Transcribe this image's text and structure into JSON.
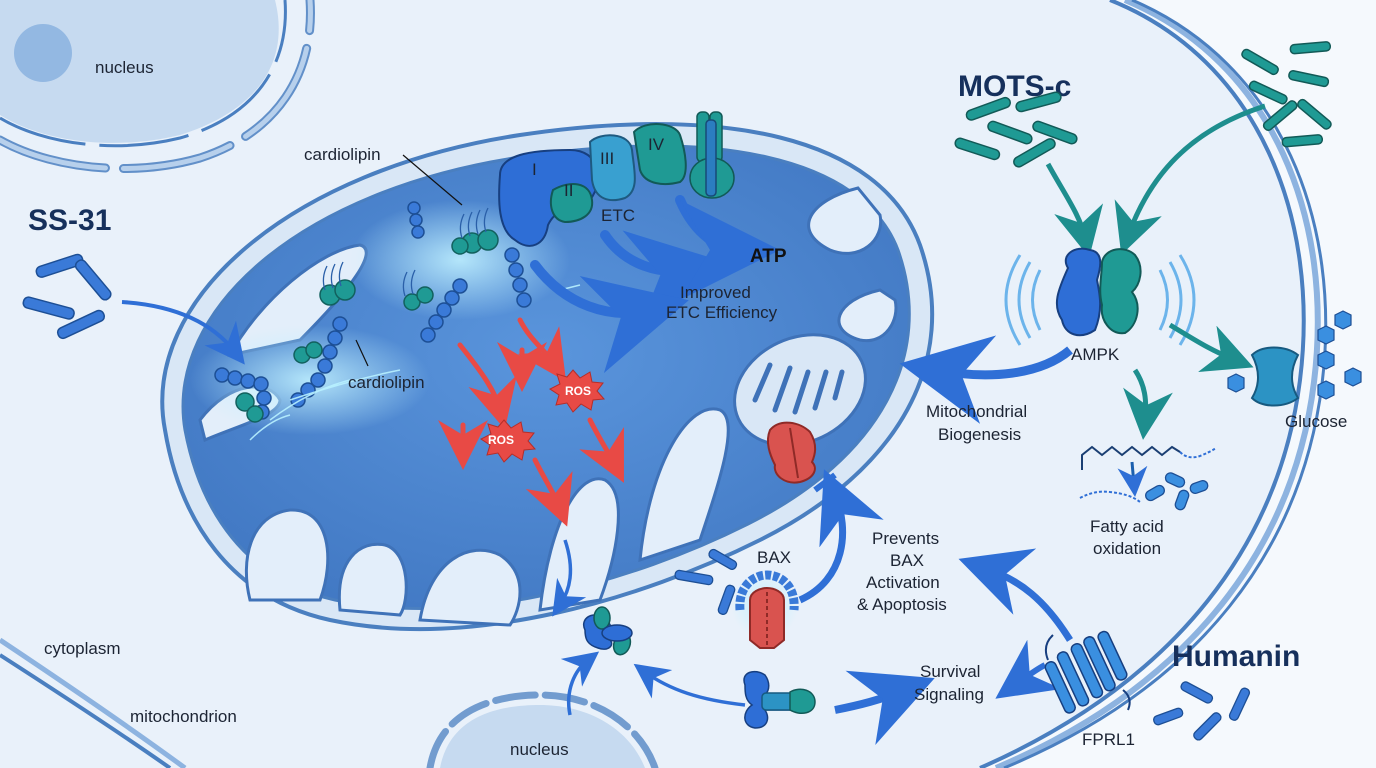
{
  "title_labels": {
    "ss31": "SS-31",
    "mots_c": "MOTS-c",
    "humanin": "Humanin"
  },
  "labels": {
    "nucleus_top": "nucleus",
    "nucleus_bottom": "nucleus",
    "cardiolipin_top": "cardiolipin",
    "cardiolipin_mid": "cardiolipin",
    "etc": "ETC",
    "atp": "ATP",
    "improved_1": "Improved",
    "improved_2": "ETC Efficiency",
    "ros_1": "ROS",
    "ros_2": "ROS",
    "ampk": "AMPK",
    "glucose": "Glucose",
    "mito_bio_1": "Mitochondrial",
    "mito_bio_2": "Biogenesis",
    "fatty_1": "Fatty acid",
    "fatty_2": "oxidation",
    "bax": "BAX",
    "prevents_1": "Prevents",
    "prevents_2": "BAX",
    "prevents_3": "Activation",
    "prevents_4": "& Apoptosis",
    "survival_1": "Survival",
    "survival_2": "Signaling",
    "fprl1": "FPRL1",
    "cytoplasm": "cytoplasm",
    "mitochondrion": "mitochondrion"
  },
  "etc_complexes": [
    "I",
    "II",
    "III",
    "IV"
  ],
  "colors": {
    "membrane": "#4a7fc0",
    "matrix": "#4f8bd4",
    "cell_fill": "#e9f1fa",
    "arrow_blue": "#2f6fd6",
    "arrow_teal": "#1e8e8e",
    "ros_red": "#e84a45",
    "title_navy": "#16305c",
    "peptide_blue": "#3a7ad8",
    "peptide_teal": "#1f9a94"
  }
}
